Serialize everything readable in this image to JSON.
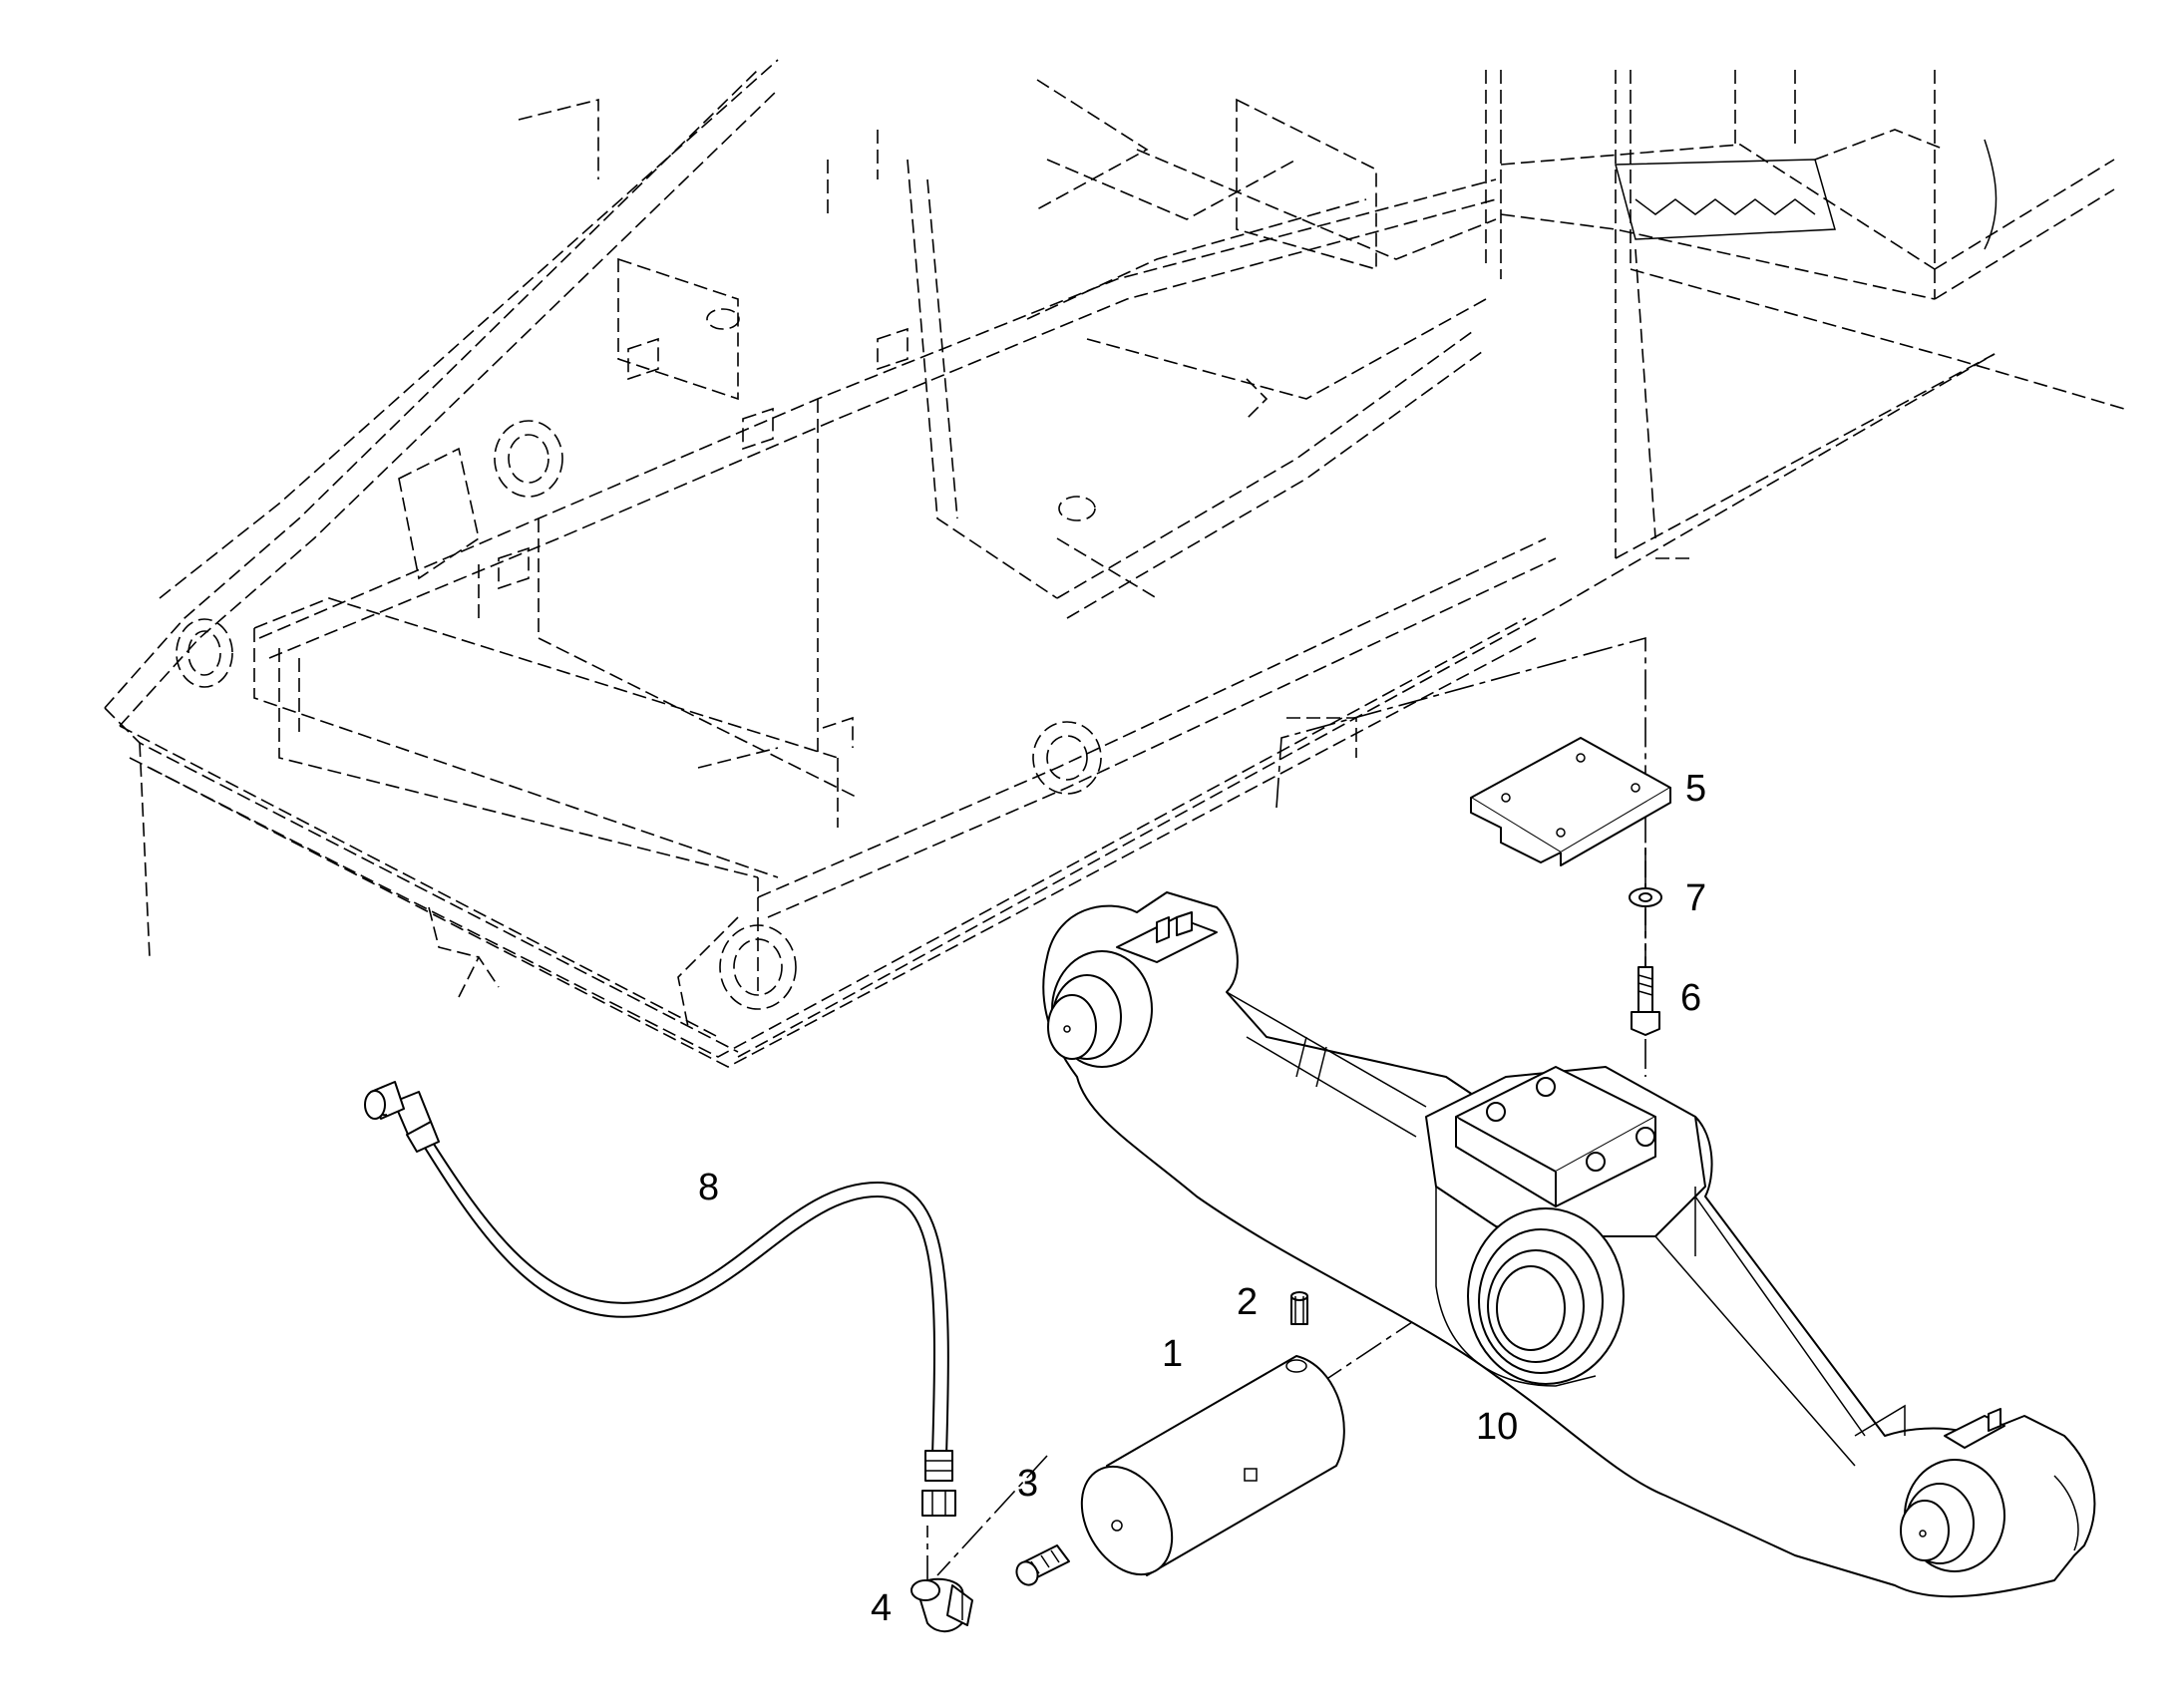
{
  "diagram": {
    "callouts": {
      "c1": "1",
      "c2": "2",
      "c3": "3",
      "c4": "4",
      "c5": "5",
      "c6": "6",
      "c7": "7",
      "c8": "8",
      "c10": "10"
    }
  }
}
